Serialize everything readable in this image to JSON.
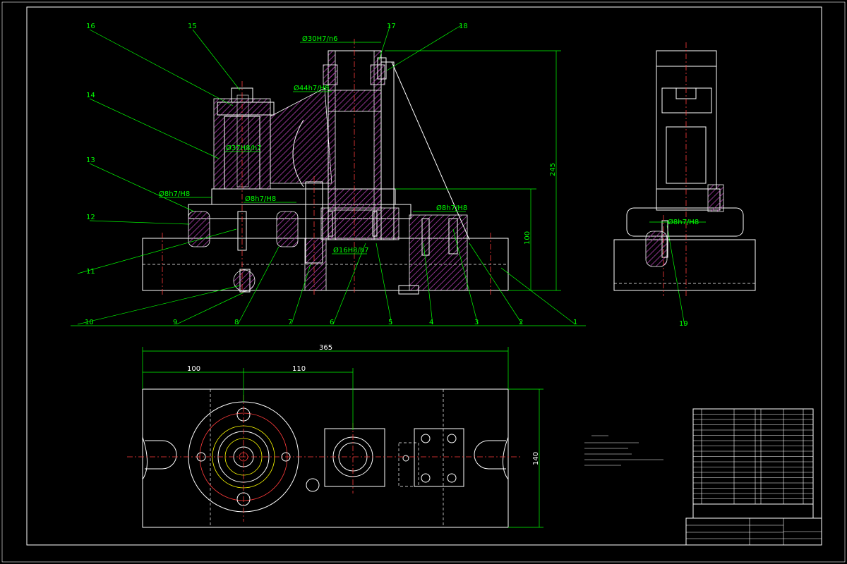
{
  "balloons": [
    "16",
    "15",
    "14",
    "13",
    "12",
    "11",
    "10",
    "9",
    "8",
    "7",
    "6",
    "5",
    "4",
    "3",
    "2",
    "1",
    "17",
    "18",
    "19"
  ],
  "fits": {
    "f30": "Ø30H7/n6",
    "f44": "Ø44h7/H8",
    "f37": "Ø37H8/h7",
    "f8a": "Ø8h7/H8",
    "f8b": "Ø8h7/H8",
    "f8c": "Ø8h7/H8",
    "f8d": "Ø8h7/H8",
    "f16": "Ø16H8/h7"
  },
  "dims": {
    "overall_width": "365",
    "left_offset": "100",
    "center_offset": "110",
    "height_total": "245",
    "height_base": "100",
    "width_plan": "140"
  },
  "colors": {
    "outline": "#ffffff",
    "dimension": "#00ff00",
    "centerline": "#ff3b3b",
    "hatch": "#b040b0",
    "table_text": "#ffff00"
  }
}
